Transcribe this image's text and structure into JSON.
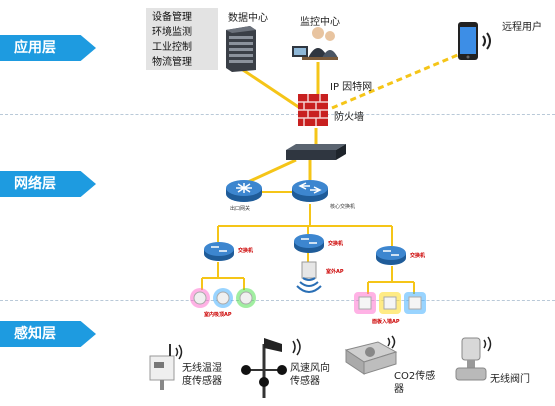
{
  "layers": {
    "application": "应用层",
    "network": "网络层",
    "perception": "感知层"
  },
  "management_box": [
    "设备管理",
    "环境监测",
    "工业控制",
    "物流管理"
  ],
  "nodes": {
    "data_center": "数据中心",
    "monitor_center": "监控中心",
    "remote_user": "远程用户",
    "internet": "IP 因特网",
    "firewall": "防火墙",
    "egress_gateway": "出口网关",
    "core_switch": "核心交换机",
    "switch_left": "交换机",
    "switch_mid": "交换机",
    "switch_right": "交换机",
    "outdoor_ap": "室外AP",
    "indoor_ap_left": "室内吸顶AP",
    "indoor_ap_right": "面板入墙AP"
  },
  "sensors": {
    "temp_humidity": "无线温湿度传感器",
    "wind": "风速风向传感器",
    "co2": "CO2传感器",
    "valve": "无线阀门"
  },
  "colors": {
    "layer_blue": "#1e9be0",
    "link_yellow": "#f5c518",
    "switch_blue": "#2a6fb5"
  }
}
